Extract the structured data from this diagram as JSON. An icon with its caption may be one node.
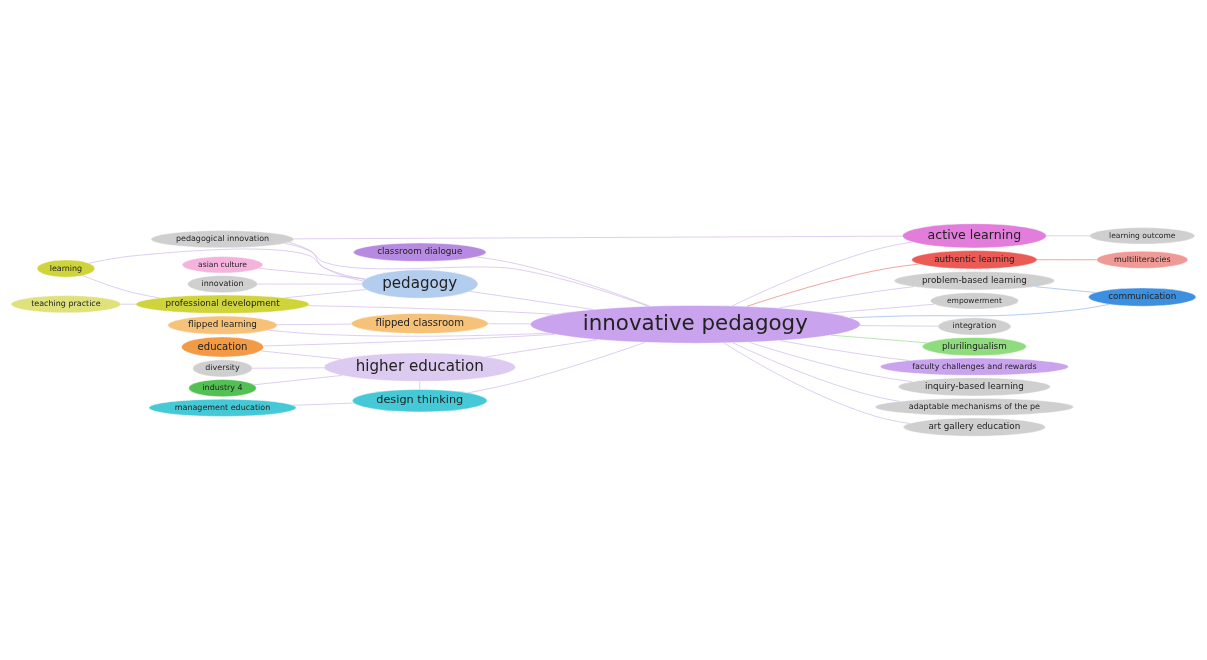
{
  "diagram": {
    "nodes": [
      {
        "text": [
          "communication"
        ]
      },
      {
        "text": [
          "asian culture"
        ]
      },
      {
        "text": [
          "innovation"
        ]
      },
      {
        "text": [
          "pedagogical innovation"
        ]
      },
      {
        "text": [
          "learning outcome"
        ]
      },
      {
        "text": [
          "active learning"
        ]
      },
      {
        "text": [
          "pedagogy"
        ]
      },
      {
        "text": [
          "flipped classroom"
        ]
      },
      {
        "text": [
          "flipped learning"
        ]
      },
      {
        "text": [
          "empowerment"
        ]
      },
      {
        "text": [
          "problem-based learning"
        ]
      },
      {
        "text": [
          "professional development"
        ]
      },
      {
        "text": [
          "teaching practice"
        ]
      },
      {
        "text": [
          "learning"
        ]
      },
      {
        "text": [
          "integration"
        ]
      },
      {
        "text": [
          "innovative pedagogy"
        ]
      },
      {
        "text": [
          "education"
        ]
      },
      {
        "text": [
          "plurilingualism"
        ]
      },
      {
        "text": [
          "higher education"
        ]
      },
      {
        "text": [
          "faculty challenges and rewards"
        ]
      },
      {
        "text": [
          "classroom dialogue"
        ]
      },
      {
        "text": [
          "inquiry-based learning"
        ]
      },
      {
        "text": [
          "adaptable mechanisms of the pe"
        ]
      },
      {
        "text": [
          "diversity"
        ]
      },
      {
        "text": [
          "design thinking"
        ]
      },
      {
        "text": [
          "industry 4"
        ]
      },
      {
        "text": [
          "management education"
        ]
      },
      {
        "text": [
          "art gallery education"
        ]
      },
      {
        "text": [
          "authentic learning"
        ]
      },
      {
        "text": [
          "multiliteracies"
        ]
      }
    ],
    "edges": [
      {
        "from": 15,
        "to": 0,
        "arrow": "none",
        "color": "#8fb4ea"
      },
      {
        "from": 15,
        "to": 5,
        "arrow": "none"
      },
      {
        "from": 15,
        "to": 7,
        "arrow": "none"
      },
      {
        "from": 15,
        "to": 8,
        "arrow": "none"
      },
      {
        "from": 15,
        "to": 9,
        "arrow": "none"
      },
      {
        "from": 15,
        "to": 10,
        "arrow": "none"
      },
      {
        "from": 15,
        "to": 14,
        "arrow": "none"
      },
      {
        "from": 15,
        "to": 16,
        "arrow": "none"
      },
      {
        "from": 15,
        "to": 17,
        "arrow": "none",
        "color": "#9ad68e"
      },
      {
        "from": 15,
        "to": 18,
        "arrow": "none"
      },
      {
        "from": 15,
        "to": 19,
        "arrow": "none"
      },
      {
        "from": 15,
        "to": 20,
        "arrow": "none"
      },
      {
        "from": 15,
        "to": 21,
        "arrow": "none"
      },
      {
        "from": 15,
        "to": 22,
        "arrow": "none"
      },
      {
        "from": 15,
        "to": 24,
        "arrow": "none"
      },
      {
        "from": 15,
        "to": 27,
        "arrow": "none"
      },
      {
        "from": 15,
        "to": 28,
        "arrow": "none",
        "color": "#e87a7a"
      },
      {
        "from": 15,
        "to": 6,
        "arrow": "none"
      },
      {
        "from": 15,
        "to": 3,
        "arrow": "none"
      },
      {
        "from": 15,
        "to": 11,
        "arrow": "none"
      },
      {
        "from": 6,
        "to": 1,
        "arrow": "none"
      },
      {
        "from": 6,
        "to": 2,
        "arrow": "none"
      },
      {
        "from": 6,
        "to": 11,
        "arrow": "none"
      },
      {
        "from": 6,
        "to": 13,
        "arrow": "none"
      },
      {
        "from": 6,
        "to": 3,
        "arrow": "none"
      },
      {
        "from": 11,
        "to": 12,
        "arrow": "none"
      },
      {
        "from": 11,
        "to": 13,
        "arrow": "none"
      },
      {
        "from": 18,
        "to": 25,
        "arrow": "none"
      },
      {
        "from": 18,
        "to": 23,
        "arrow": "none"
      },
      {
        "from": 18,
        "to": 16,
        "arrow": "none"
      },
      {
        "from": 18,
        "to": 24,
        "arrow": "none"
      },
      {
        "from": 24,
        "to": 26,
        "arrow": "none"
      },
      {
        "from": 7,
        "to": 8,
        "arrow": "none"
      },
      {
        "from": 3,
        "to": 5,
        "arrow": "none"
      },
      {
        "from": 5,
        "to": 4,
        "arrow": "none"
      },
      {
        "from": 28,
        "to": 29,
        "arrow": "none",
        "color": "#e87a7a"
      },
      {
        "from": 10,
        "to": 0,
        "arrow": "none",
        "color": "#8fb4ea"
      }
    ]
  }
}
